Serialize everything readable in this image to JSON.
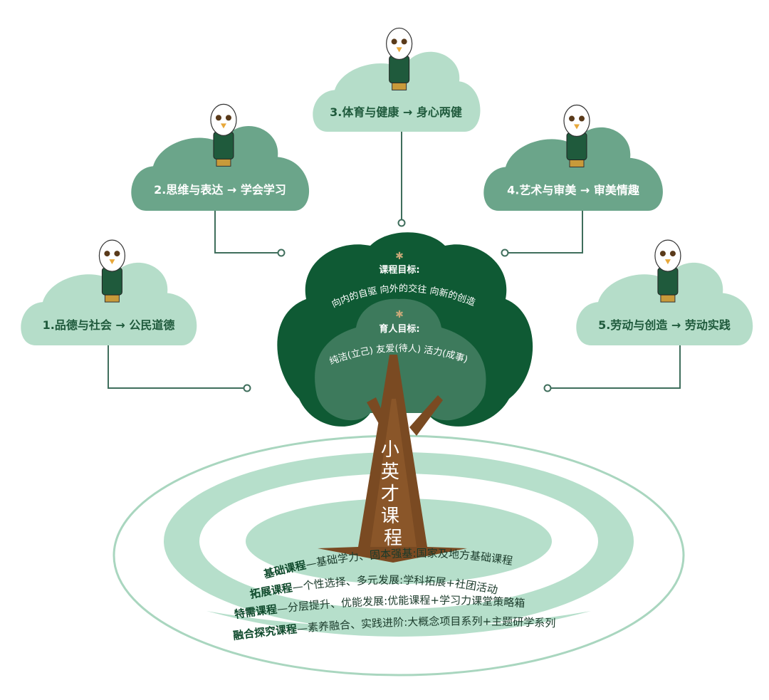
{
  "title": "小英才课程",
  "colors": {
    "light_cloud": "#b5ddc9",
    "dark_cloud": "#6ba58a",
    "canopy_outer": "#0f5a34",
    "canopy_inner": "#3d7a5c",
    "trunk": "#7a4a22",
    "ring": "#b6dfcb",
    "connector": "#3f6e5c",
    "star": "#c8a878"
  },
  "domains": [
    {
      "id": "1",
      "label": "1.品德与社会 → 公民道德",
      "subject": "品德与社会",
      "outcome": "公民道德",
      "style": "light",
      "mascot": "mascot-with-flag"
    },
    {
      "id": "2",
      "label": "2.思维与表达 → 学会学习",
      "subject": "思维与表达",
      "outcome": "学会学习",
      "style": "dark",
      "mascot": "mascot-with-books"
    },
    {
      "id": "3",
      "label": "3.体育与健康 → 身心两健",
      "subject": "体育与健康",
      "outcome": "身心两健",
      "style": "light",
      "mascot": "mascot-volleyball"
    },
    {
      "id": "4",
      "label": "4.艺术与审美 → 审美情趣",
      "subject": "艺术与审美",
      "outcome": "审美情趣",
      "style": "dark",
      "mascot": "mascot-cheerleader"
    },
    {
      "id": "5",
      "label": "5.劳动与创造 → 劳动实践",
      "subject": "劳动与创造",
      "outcome": "劳动实践",
      "style": "light",
      "mascot": "mascot-planting-tree"
    }
  ],
  "canopy": {
    "course_goals_title": "课程目标:",
    "course_goals": [
      "向内的自驱",
      "向外的交往",
      "向新的创造"
    ],
    "education_goals_title": "育人目标:",
    "education_goals": [
      "纯洁(立己)",
      "友爱(待人)",
      "活力(成事)"
    ]
  },
  "trunk_text": [
    "小",
    "英",
    "才",
    "课",
    "程"
  ],
  "rings": [
    {
      "name": "基础课程",
      "desc": "—基础学力、固本强基:国家及地方基础课程"
    },
    {
      "name": "拓展课程",
      "desc": "—个性选择、多元发展:学科拓展+社团活动"
    },
    {
      "name": "特需课程",
      "desc": "—分层提升、优能发展:优能课程+学习力课堂策略箱"
    },
    {
      "name": "融合探究课程",
      "desc": "—素养融合、实践进阶:大概念项目系列+主题研学系列"
    }
  ]
}
